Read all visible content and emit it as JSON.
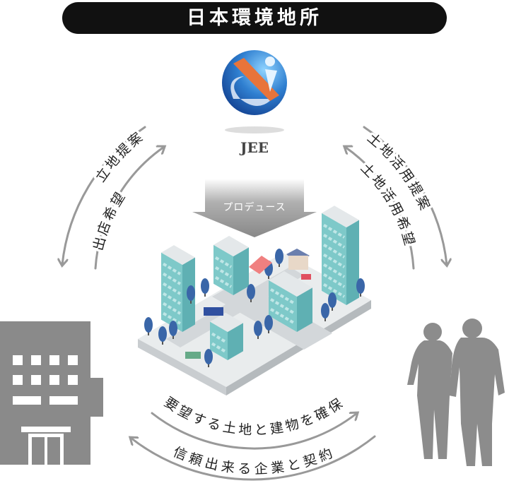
{
  "title": "日本環境地所",
  "company": {
    "name": "JEE"
  },
  "produce_label": "プロデュース",
  "flows": {
    "left_outer": "立地提案",
    "left_inner": "出店希望",
    "right_outer": "土地活用提案",
    "right_inner": "土地活用希望",
    "bottom_upper": "要望する土地と建物を確保",
    "bottom_lower": "信頼出来る企業と契約"
  },
  "colors": {
    "arrow": "#999999",
    "title_bg": "#111111",
    "building": "#8a8a8a",
    "teal": "#7ec9c9",
    "tree": "#3a66a8"
  }
}
